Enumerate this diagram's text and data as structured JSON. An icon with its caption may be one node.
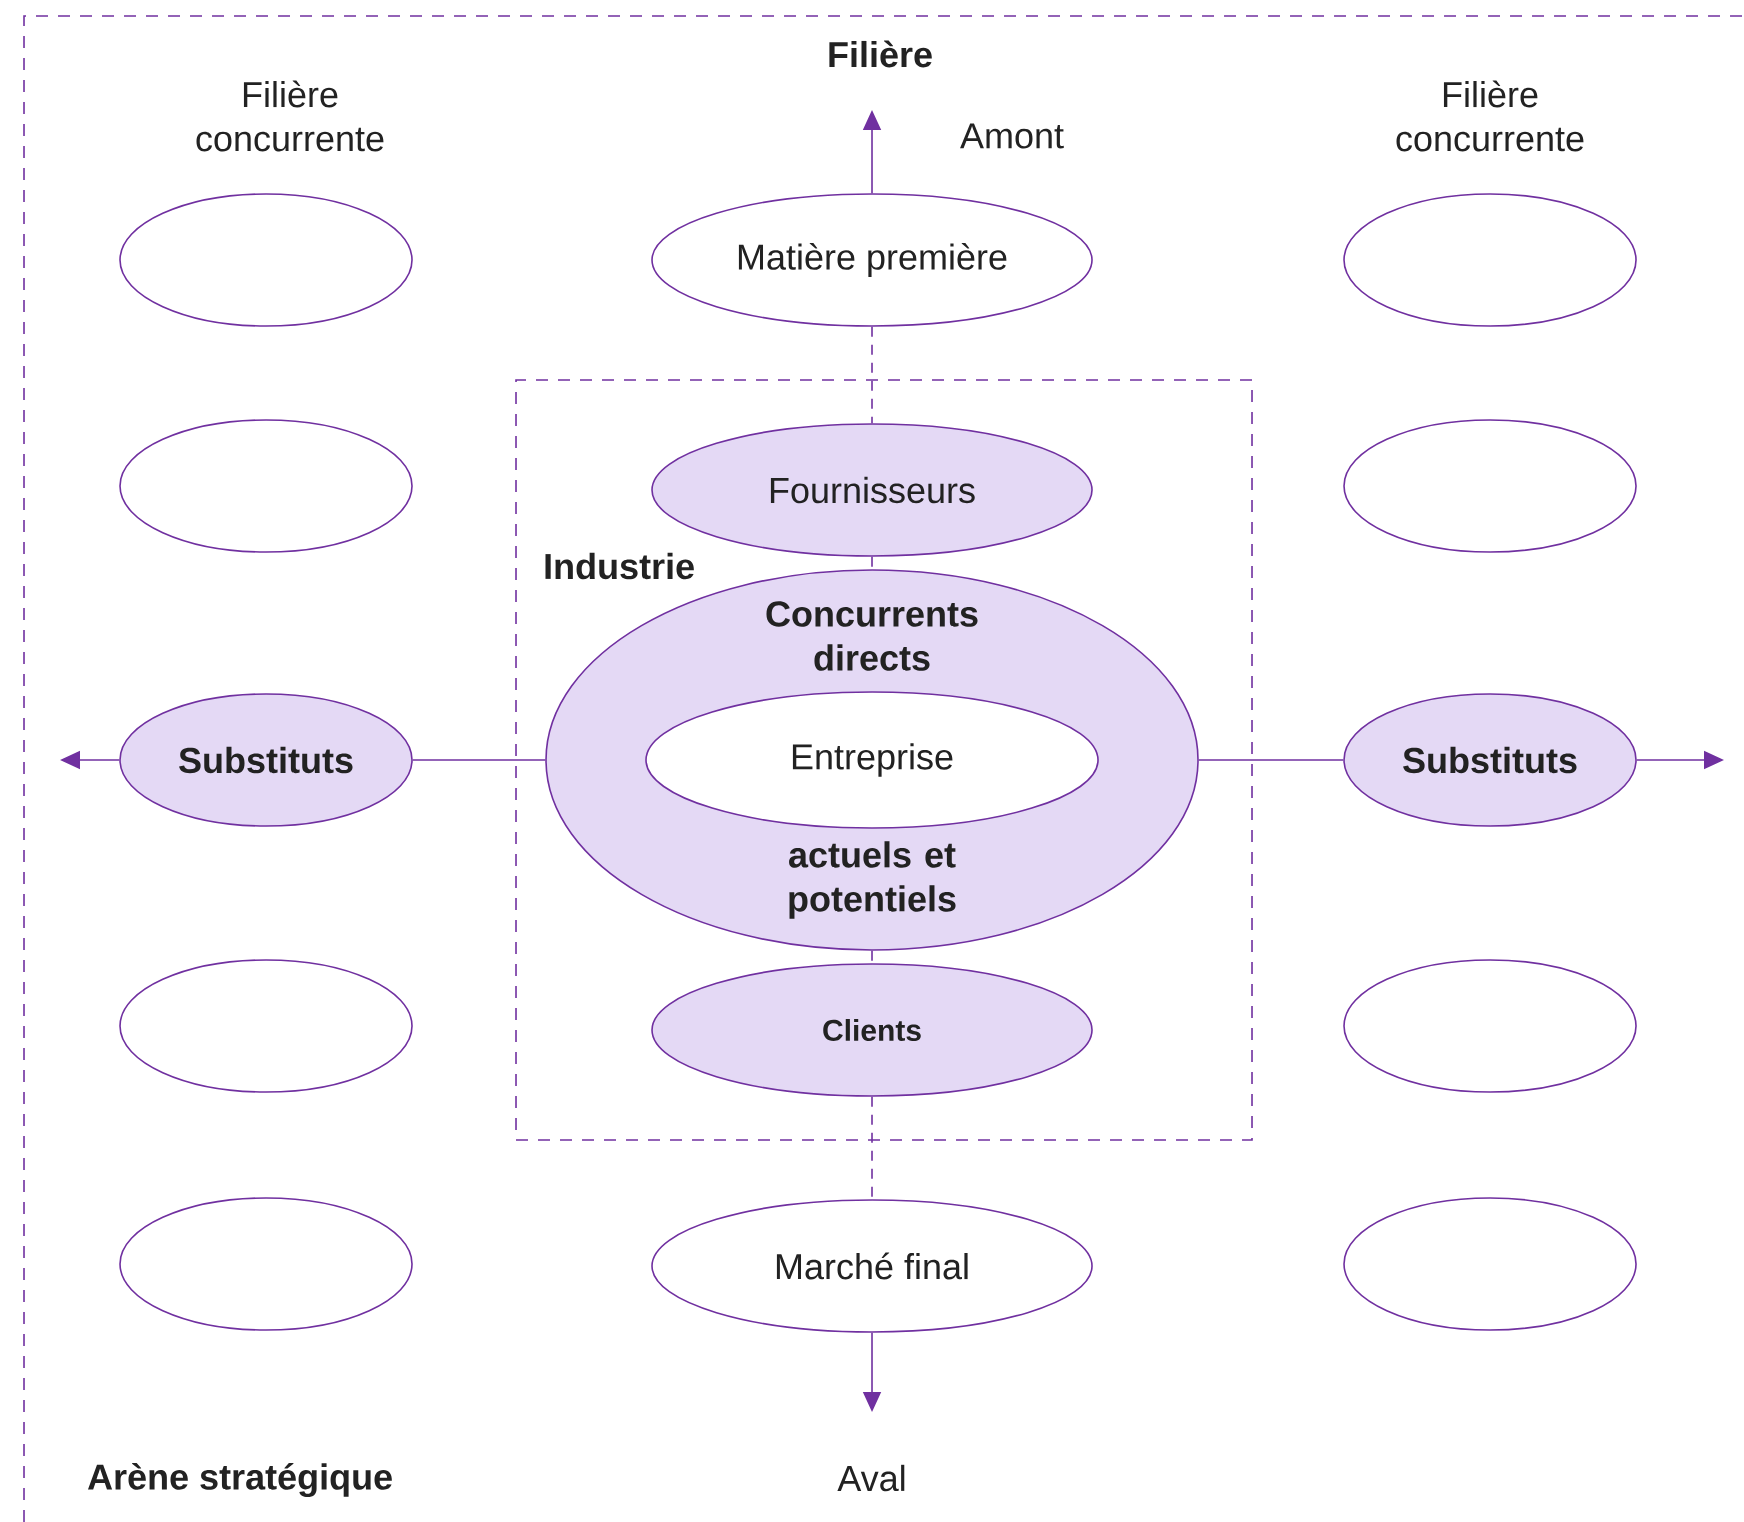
{
  "diagram": {
    "nodes": [
      {
        "text": [
          "Arène stratégique"
        ]
      },
      {
        "text": [
          "Matière première"
        ],
        "in": 0
      },
      {
        "text": [
          "Industrie"
        ],
        "in": 0
      },
      {
        "text": [
          "Fournisseurs"
        ],
        "in": 2
      },
      {
        "text": [
          "Concurrents directs",
          "actuels et potentiels"
        ],
        "in": 2
      },
      {
        "text": [
          "Entreprise"
        ],
        "in": 4
      },
      {
        "text": [
          "Clients"
        ],
        "in": 2
      },
      {
        "text": [
          "Marché final"
        ],
        "in": 0
      },
      {
        "text": [
          "Substituts"
        ],
        "in": 0
      },
      {
        "text": [
          "Substituts"
        ],
        "in": 0
      },
      {
        "text": [],
        "shape": "ellipse",
        "in": 0
      },
      {
        "text": [],
        "shape": "ellipse",
        "in": 0
      },
      {
        "text": [],
        "shape": "ellipse",
        "in": 0
      },
      {
        "text": [],
        "shape": "ellipse",
        "in": 0
      },
      {
        "text": [],
        "shape": "ellipse",
        "in": 0
      },
      {
        "text": [],
        "shape": "ellipse",
        "in": 0
      },
      {
        "text": [],
        "shape": "ellipse",
        "in": 0
      },
      {
        "text": [],
        "shape": "ellipse",
        "in": 0
      }
    ],
    "edges": [
      {
        "from": 1,
        "to": null,
        "arrow": "to"
      },
      {
        "from": 1,
        "to": 3,
        "arrow": "none",
        "style": "dashed"
      },
      {
        "from": 3,
        "to": 4,
        "arrow": "none",
        "style": "dashed"
      },
      {
        "from": 4,
        "to": 6,
        "arrow": "none",
        "style": "dashed"
      },
      {
        "from": 6,
        "to": 7,
        "arrow": "none",
        "style": "dashed"
      },
      {
        "from": 7,
        "to": null,
        "arrow": "to"
      },
      {
        "from": 4,
        "to": 8,
        "arrow": "none"
      },
      {
        "from": 8,
        "to": null,
        "arrow": "to"
      },
      {
        "from": 4,
        "to": 9,
        "arrow": "none"
      },
      {
        "from": 9,
        "to": null,
        "arrow": "to"
      }
    ],
    "labels": [
      "Filière",
      "Filière concurrente",
      "Amont",
      "Filière concurrente",
      "Aval"
    ]
  }
}
